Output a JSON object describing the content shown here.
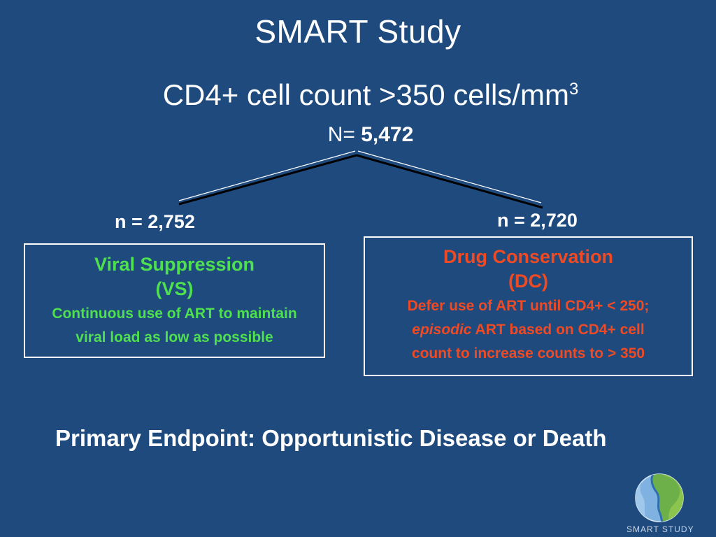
{
  "slide": {
    "title": "SMART Study",
    "subtitle_main": "CD4+ cell count >350 cells/mm",
    "subtitle_sup": "3",
    "total_prefix": "N= ",
    "total_value": "5,472"
  },
  "arms": [
    {
      "n_label": "n = 2,752",
      "name": "Viral Suppression",
      "abbr": "(VS)",
      "desc_line1": "Continuous use of ART to maintain",
      "desc_line2": "viral load as low as possible",
      "color": "#4ee04e"
    },
    {
      "n_label": "n = 2,720",
      "name": "Drug Conservation",
      "abbr": "(DC)",
      "desc_line1": "Defer use of ART until CD4+ < 250;",
      "desc_italic": "episodic",
      "desc_line2_rest": " ART based on CD4+ cell",
      "desc_line3": "count  to increase counts to > 350",
      "color": "#ef4a23"
    }
  ],
  "endpoint": "Primary Endpoint: Opportunistic Disease or Death",
  "logo": {
    "icon": "globe-icon",
    "text": "SMART STUDY"
  },
  "colors": {
    "background": "#1f4a7e",
    "vs_text": "#4ee04e",
    "dc_text": "#ef4a23"
  }
}
